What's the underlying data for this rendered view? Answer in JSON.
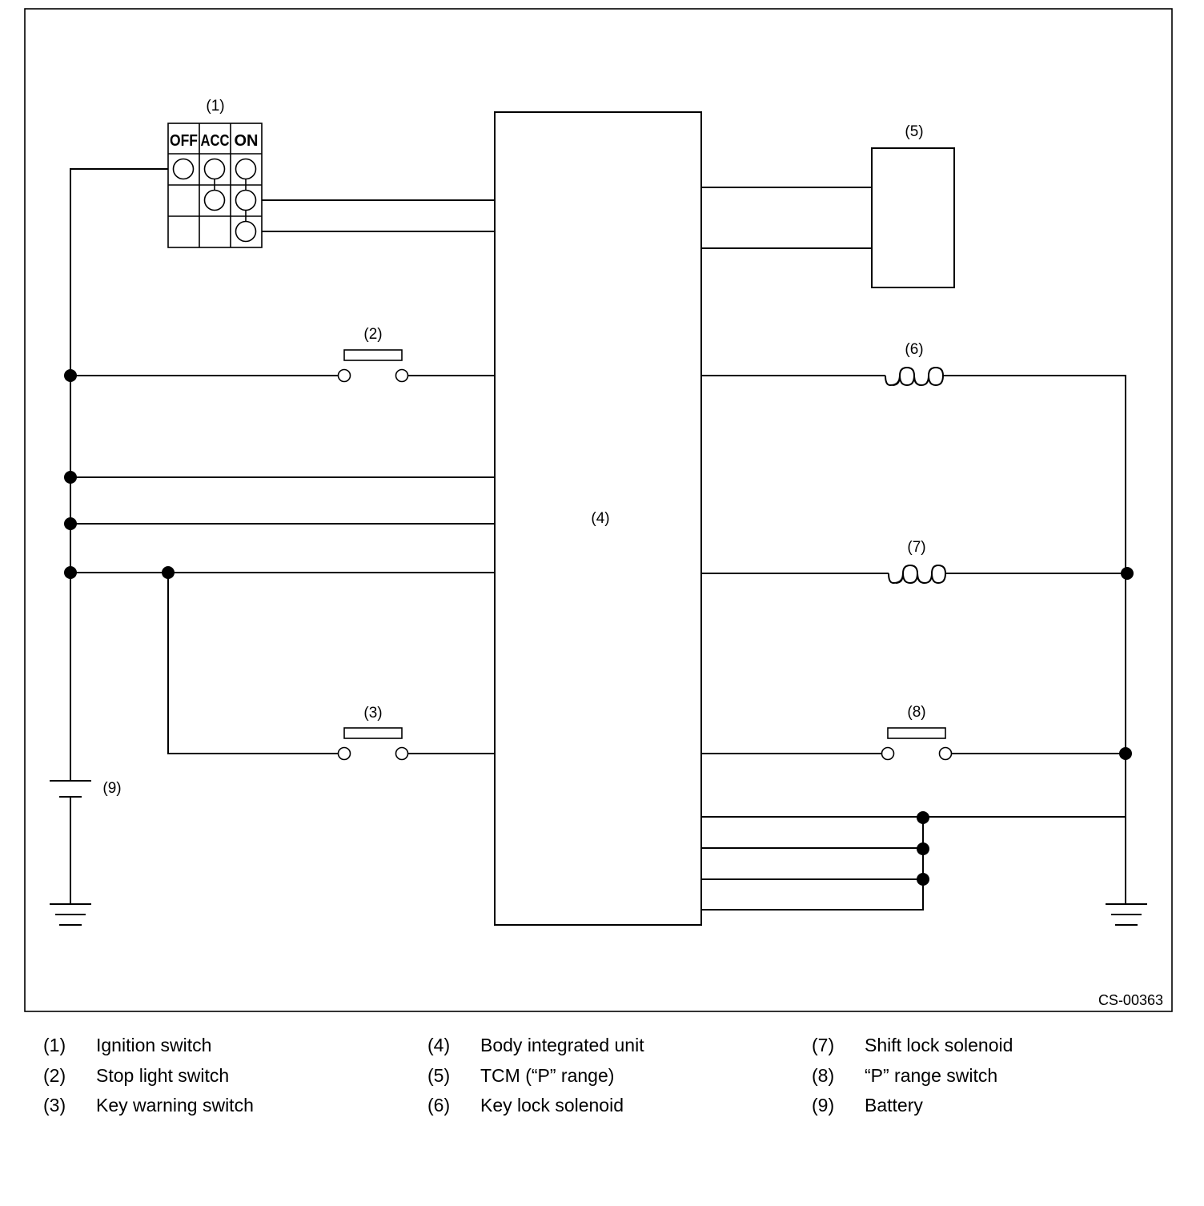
{
  "diagram": {
    "code": "CS-00363",
    "components": {
      "c1": "(1)",
      "c2": "(2)",
      "c3": "(3)",
      "c4": "(4)",
      "c5": "(5)",
      "c6": "(6)",
      "c7": "(7)",
      "c8": "(8)",
      "c9": "(9)"
    },
    "ignition_switch": {
      "col_off": "OFF",
      "col_acc": "ACC",
      "col_on": "ON"
    }
  },
  "legend": [
    {
      "num": "(1)",
      "text": "Ignition switch"
    },
    {
      "num": "(2)",
      "text": "Stop light switch"
    },
    {
      "num": "(3)",
      "text": "Key warning switch"
    },
    {
      "num": "(4)",
      "text": "Body integrated unit"
    },
    {
      "num": "(5)",
      "text": "TCM (“P” range)"
    },
    {
      "num": "(6)",
      "text": "Key lock solenoid"
    },
    {
      "num": "(7)",
      "text": "Shift lock solenoid"
    },
    {
      "num": "(8)",
      "text": "“P” range switch"
    },
    {
      "num": "(9)",
      "text": "Battery"
    }
  ]
}
